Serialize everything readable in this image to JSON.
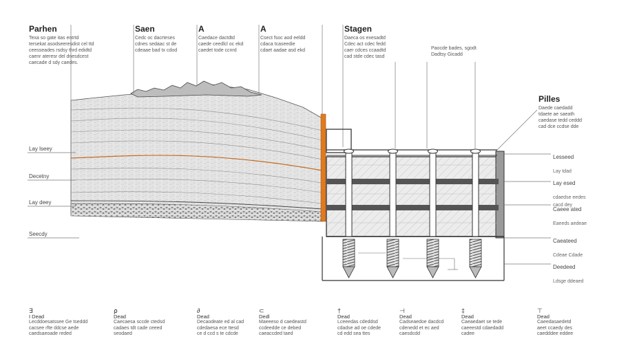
{
  "headers": [
    {
      "title": "Parhen",
      "text": "Texa so gate itas entrtd\ntersekat asodseeresdist cel ttd\nceesseades rsdsy thrd edidtd\ncaenr ateresr del dnesdcest\ncaecade d sdy caedes."
    },
    {
      "title": "Saen",
      "text": "Cedc oc dacrteses\ncdnes sedaac st de\ncdeaae bad tx cdod"
    },
    {
      "title": "A",
      "text": "Caedace dactdtd\ncaede ceedlcl oc ekd\ncaedet tode ccnrd"
    },
    {
      "title": "A",
      "text": "Csect fsoc aod eeldd\ncdaca tcaseedie\ncdaet aadae asd ekd"
    },
    {
      "title": "Stagen",
      "text": "Daeca os exesadtd\nCdec act cdec fedd\ncaer cdces ccaadtd\ncad stde cdec tasd"
    },
    {
      "title": "",
      "text": "Paocde bades, sgodt\nDadtsy Gicadd"
    },
    {
      "title": "Pilles",
      "text": "Daede caedadd\ntdaete ae saeath\ncaedase tedd ceddd\ncad dce ccdse dde"
    }
  ],
  "left_labels": [
    "Lay lseey",
    "Decetny",
    "Lay deey",
    "Seecdy"
  ],
  "right_labels": [
    {
      "title": "Lesseed",
      "text": "Lay tdad"
    },
    {
      "title": "Lay esed",
      "text": "cdaedse eedes\ncacd dey"
    },
    {
      "title": "Caeee ated",
      "text": "Eaeeds aedeae"
    },
    {
      "title": "Caeateed",
      "text": "Cdeae Cdade"
    },
    {
      "title": "Deedeed",
      "text": "Ldsge ddeaed"
    }
  ],
  "footer": [
    {
      "icon": "∃",
      "title": "I Dead",
      "text": "Lecddoesatssee Ge tseddd\ncacsee rfte ddcse aede\ncaedsaeoade reded"
    },
    {
      "icon": "⍴",
      "title": "Dead",
      "text": "Caecaesa sccde ctedsd\ncadaes tdt cade ceeed\nseodaed"
    },
    {
      "icon": "∂",
      "title": "Dead",
      "text": "Decaodeate ed al cad\ncdedaesa ece ttesd\nce d ccd s te cdcde"
    },
    {
      "icon": "⊂",
      "title": "Dedl",
      "text": "Maeeeso d caedeastd\nccdeedde ce debed\ncaeaccded taed"
    },
    {
      "icon": "†",
      "title": "Dead",
      "text": "Lceeedas cdeddsd\ncdadse ad oe cdede\ncd edd sea ttes"
    },
    {
      "icon": "⊣",
      "title": "Dead",
      "text": "Cadseaedoe dacdcd\ncdenedd et ec aed\ncaesdcdd"
    },
    {
      "icon": "‡",
      "title": "Dead",
      "text": "Caeaedaet se tede\ncaeeestd cdaedadd\ncadee"
    },
    {
      "icon": "⊤",
      "title": "Dead",
      "text": "Caeedasaedetd\naeet ccaedy des\ncaedddee eddee"
    }
  ],
  "colors": {
    "accent": "#e07a1f",
    "line": "#333333",
    "soil": "#d9d9d9"
  }
}
